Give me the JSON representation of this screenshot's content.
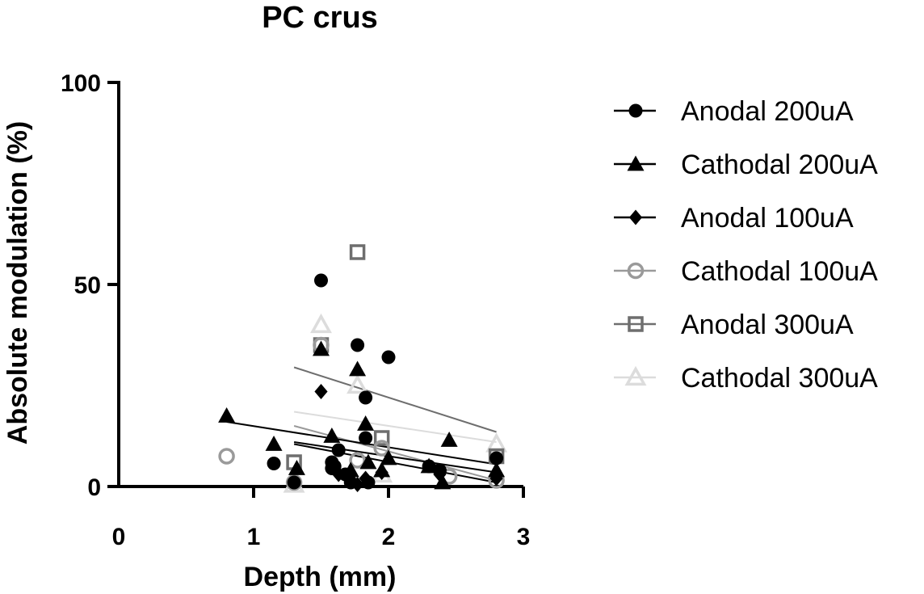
{
  "chart_data": {
    "type": "scatter",
    "title": "PC crus",
    "xlabel": "Depth (mm)",
    "ylabel": "Absolute modulation (%)",
    "xlim": [
      0,
      3
    ],
    "ylim": [
      0,
      100
    ],
    "x_ticks": [
      "0",
      "1",
      "2",
      "3"
    ],
    "y_ticks": [
      "0",
      "50",
      "100"
    ],
    "grid": false,
    "legend_position": "right",
    "series": [
      {
        "name": "Anodal 200uA",
        "marker": "circle",
        "filled": true,
        "color": "#000000",
        "points": [
          [
            1.15,
            5.7
          ],
          [
            1.3,
            1
          ],
          [
            1.5,
            51
          ],
          [
            1.58,
            6
          ],
          [
            1.58,
            4.5
          ],
          [
            1.6,
            5
          ],
          [
            1.63,
            9
          ],
          [
            1.68,
            3
          ],
          [
            1.72,
            1
          ],
          [
            1.77,
            35
          ],
          [
            1.83,
            22
          ],
          [
            1.83,
            12
          ],
          [
            1.85,
            1
          ],
          [
            2.0,
            32
          ],
          [
            2.3,
            5
          ],
          [
            2.38,
            4
          ],
          [
            2.8,
            7
          ]
        ],
        "trend": [
          [
            1.3,
            11
          ],
          [
            2.8,
            3.5
          ]
        ]
      },
      {
        "name": "Cathodal 200uA",
        "marker": "triangle",
        "filled": true,
        "color": "#000000",
        "points": [
          [
            0.8,
            17.5
          ],
          [
            1.15,
            10.5
          ],
          [
            1.32,
            4.5
          ],
          [
            1.5,
            34
          ],
          [
            1.58,
            12.5
          ],
          [
            1.72,
            4
          ],
          [
            1.77,
            29
          ],
          [
            1.83,
            15.5
          ],
          [
            1.85,
            6
          ],
          [
            1.95,
            4
          ],
          [
            2.0,
            7
          ],
          [
            2.3,
            5
          ],
          [
            2.4,
            1
          ],
          [
            2.45,
            11.5
          ],
          [
            2.8,
            4
          ]
        ],
        "trend": [
          [
            0.8,
            16
          ],
          [
            2.8,
            5.5
          ]
        ]
      },
      {
        "name": "Anodal 100uA",
        "marker": "diamond",
        "filled": true,
        "color": "#000000",
        "points": [
          [
            1.5,
            23.5
          ],
          [
            1.63,
            3
          ],
          [
            1.77,
            0.5
          ],
          [
            1.83,
            2
          ],
          [
            1.95,
            3.5
          ],
          [
            2.38,
            3
          ],
          [
            2.8,
            2
          ]
        ],
        "trend": [
          [
            1.3,
            10.5
          ],
          [
            2.8,
            1
          ]
        ]
      },
      {
        "name": "Cathodal 100uA",
        "marker": "circle",
        "filled": false,
        "color": "#9a9a9a",
        "points": [
          [
            0.8,
            7.5
          ],
          [
            1.3,
            1
          ],
          [
            1.5,
            35
          ],
          [
            1.77,
            6.5
          ],
          [
            1.95,
            9.5
          ],
          [
            2.45,
            2.5
          ],
          [
            2.8,
            1.5
          ]
        ],
        "trend": [
          [
            1.3,
            15
          ],
          [
            2.8,
            1.5
          ]
        ]
      },
      {
        "name": "Anodal 300uA",
        "marker": "square",
        "filled": false,
        "color": "#6e6e6e",
        "points": [
          [
            1.3,
            6
          ],
          [
            1.5,
            35
          ],
          [
            1.77,
            58
          ],
          [
            1.95,
            12
          ],
          [
            2.8,
            7.5
          ]
        ],
        "trend": [
          [
            1.3,
            29.5
          ],
          [
            2.8,
            13.5
          ]
        ]
      },
      {
        "name": "Cathodal 300uA",
        "marker": "triangle",
        "filled": false,
        "color": "#dcdcdc",
        "points": [
          [
            1.3,
            0.5
          ],
          [
            1.5,
            40
          ],
          [
            1.77,
            25
          ],
          [
            1.95,
            3
          ],
          [
            2.8,
            10.5
          ]
        ],
        "trend": [
          [
            1.3,
            18.5
          ],
          [
            2.8,
            11
          ]
        ]
      }
    ]
  }
}
